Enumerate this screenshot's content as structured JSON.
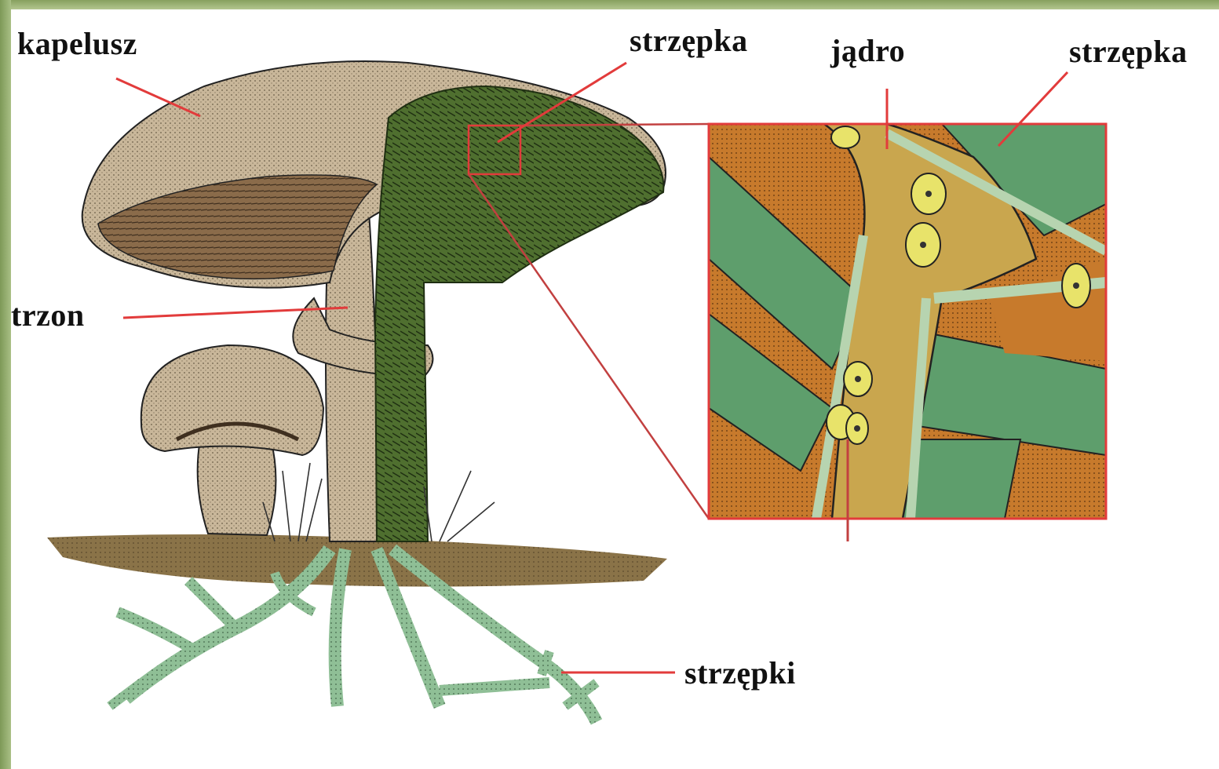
{
  "colors": {
    "frame_green": "#8fa96a",
    "leader_red": "#e23b3b",
    "hypha_green": "#5e9e6c",
    "hypha_brown": "#c77a2c",
    "cell_tan": "#c9a64e",
    "mycelium": "#8fbf96",
    "soil": "#8a7348",
    "cap_beige": "#c9b79a",
    "dark_green": "#4f6f2f"
  },
  "labels": {
    "cap": "kapelusz",
    "hypha_top": "strzępka",
    "nucleus": "jądro",
    "hypha_right": "strzępka",
    "stem": "trzon",
    "hyphae": "strzępki"
  }
}
